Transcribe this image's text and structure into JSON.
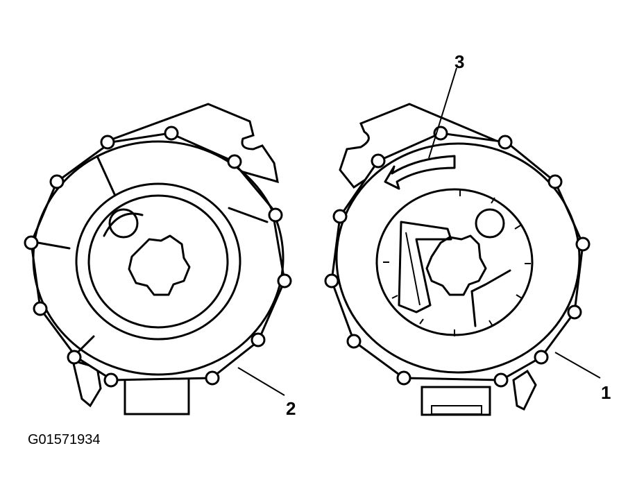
{
  "figure": {
    "figure_id": "G01571934",
    "callouts": [
      {
        "number": "1"
      },
      {
        "number": "2"
      },
      {
        "number": "3"
      }
    ]
  },
  "colors": {
    "ink": "#000000",
    "paper": "#ffffff"
  }
}
